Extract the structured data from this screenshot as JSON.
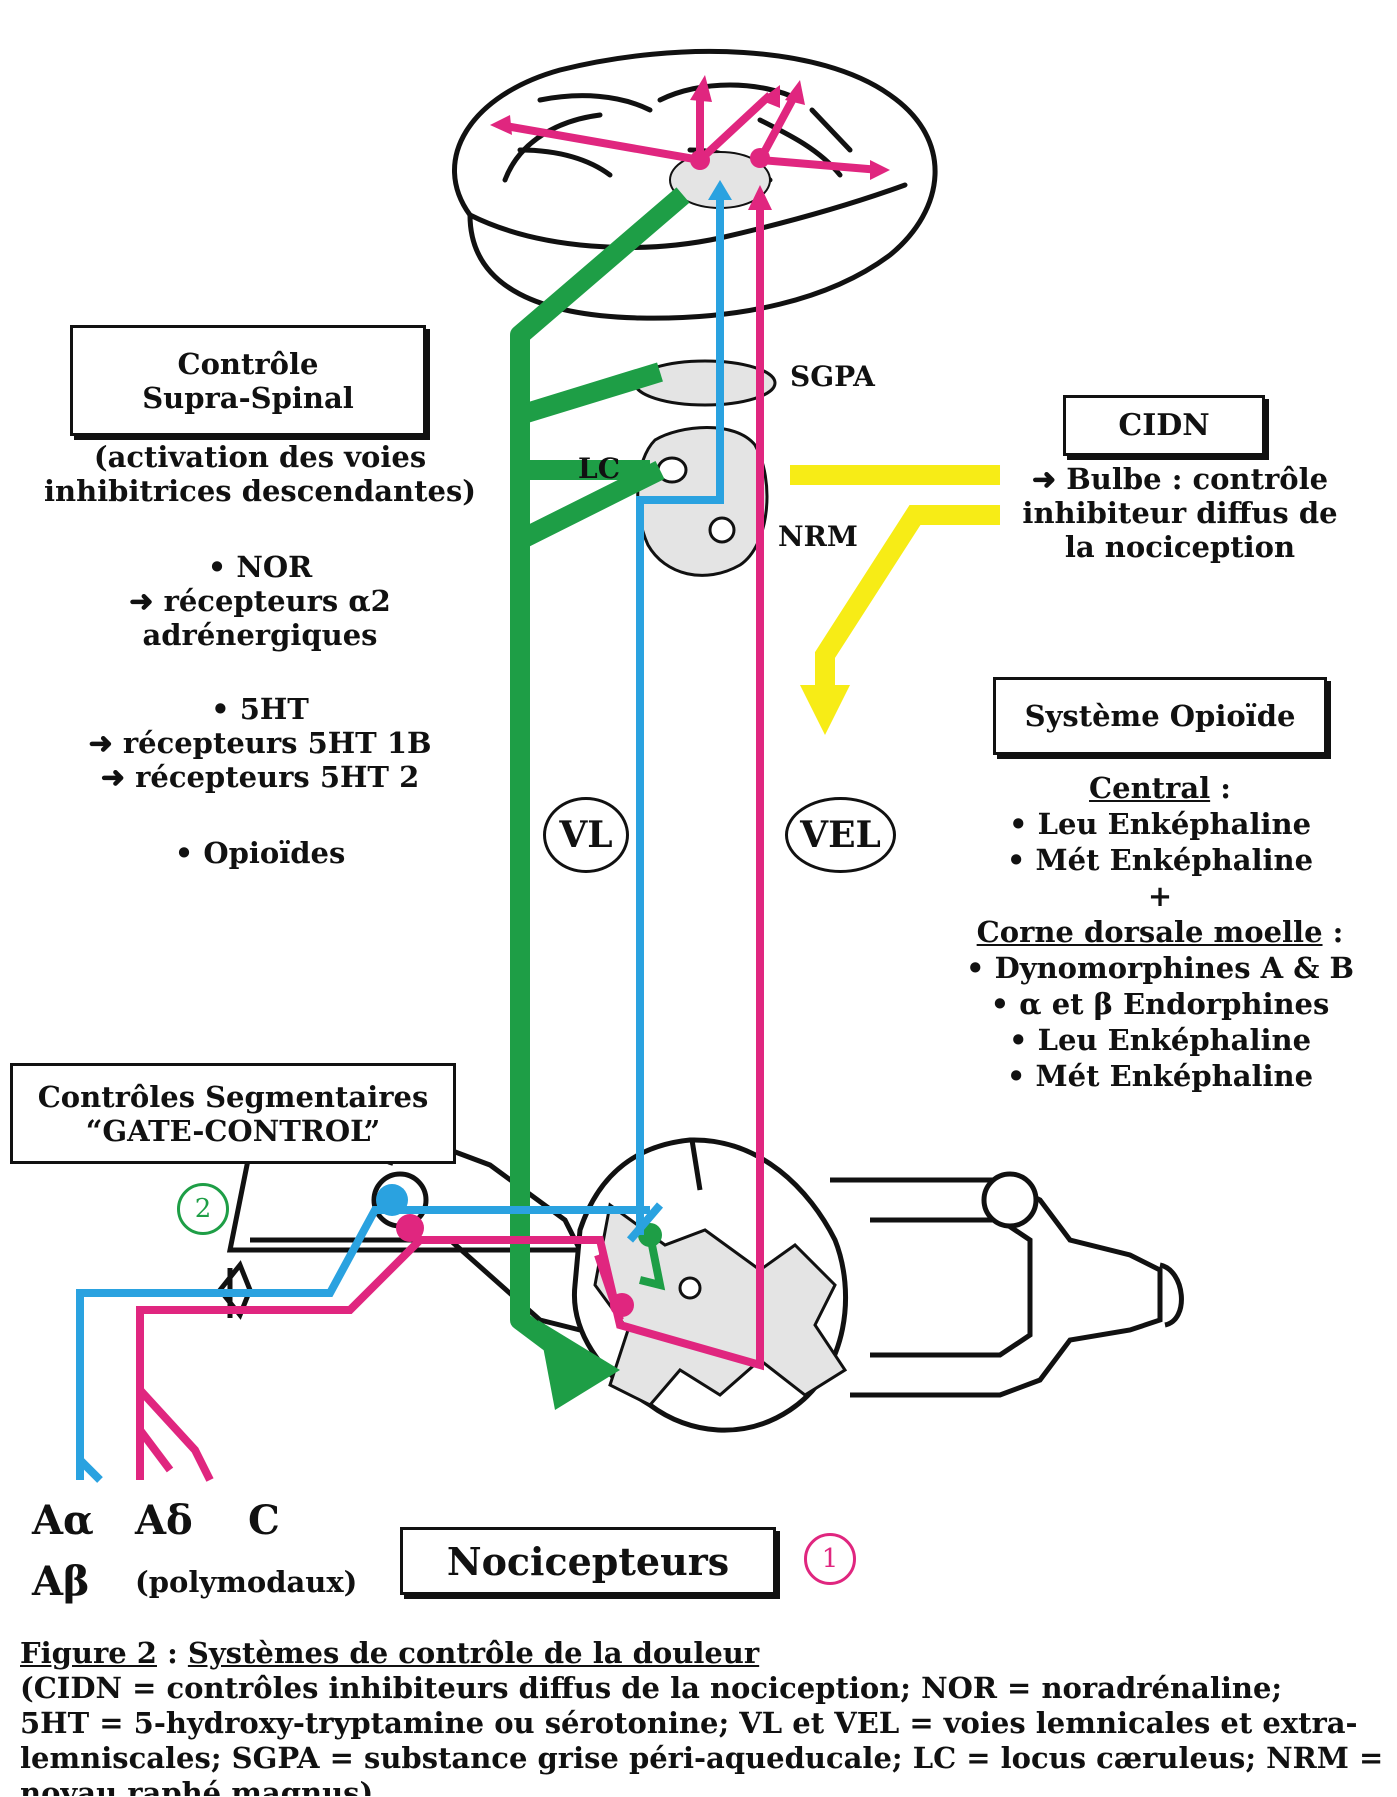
{
  "colors": {
    "green": "#1e9e46",
    "blue": "#2aa2e0",
    "magenta": "#e0267f",
    "yellow": "#f7ec16",
    "gray_fill": "#e4e4e4",
    "ink": "#111111"
  },
  "supra_box": {
    "line1": "Contrôle",
    "line2": "Supra-Spinal"
  },
  "activation": {
    "line1": "(activation des voies",
    "line2": "inhibitrices descendantes)"
  },
  "nor": {
    "line1": "• NOR",
    "line2": "➜ récepteurs α2",
    "line3": "adrénergiques"
  },
  "sht": {
    "line1": "• 5HT",
    "line2": "➜ récepteurs 5HT 1B",
    "line3": "➜ récepteurs 5HT 2"
  },
  "opioides": "• Opioïdes",
  "labels": {
    "sgpa": "SGPA",
    "lc": "LC",
    "nrm": "NRM"
  },
  "cidn_box": "CIDN",
  "cidn_text": {
    "line1": "➜ Bulbe : contrôle",
    "line2": "inhibiteur diffus de",
    "line3": "la nociception"
  },
  "opioid_box": "Système Opioïde",
  "opioid_list": {
    "central": "Central",
    "central_colon": " :",
    "c1": "• Leu Enképhaline",
    "c2": "• Mét Enképhaline",
    "plus": "+",
    "dorsal": "Corne dorsale moelle",
    "dorsal_colon": " :",
    "d1": "• Dynomorphines A & B",
    "d2": "• α et β Endorphines",
    "d3": "• Leu Enképhaline",
    "d4": "• Mét Enképhaline"
  },
  "vl": "VL",
  "vel": "VEL",
  "segment_box": {
    "line1": "Contrôles Segmentaires",
    "line2": "“GATE-CONTROL”"
  },
  "num_two": "2",
  "num_one": "1",
  "fibers": {
    "a_alpha": "Aα",
    "a_delta": "Aδ",
    "c": "C",
    "a_beta": "Aβ",
    "polymodaux": "(polymodaux)"
  },
  "nocicepteurs": "Nocicepteurs",
  "caption": {
    "fig": "Figure 2",
    "sep": " : ",
    "title": "Systèmes de contrôle de la douleur",
    "l1": "(CIDN = contrôles inhibiteurs diffus de la nociception; NOR = noradrénaline;",
    "l2": "5HT = 5-hydroxy-tryptamine ou sérotonine; VL et VEL = voies lemnicales et extra-",
    "l3": "lemniscales; SGPA = substance grise péri-aqueducale; LC = locus cæruleus; NRM =",
    "l4": "noyau raphé magnus)"
  }
}
